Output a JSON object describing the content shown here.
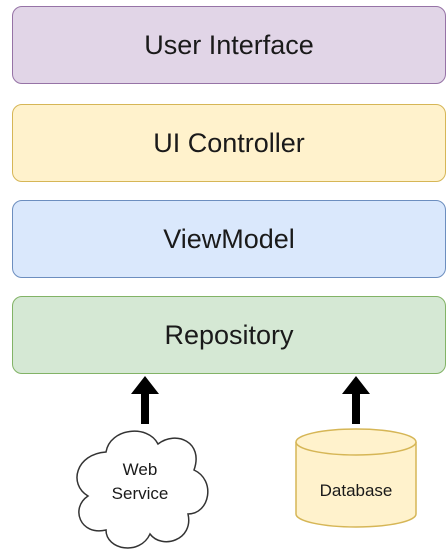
{
  "layers": {
    "user_interface": "User Interface",
    "ui_controller": "UI Controller",
    "view_model": "ViewModel",
    "repository": "Repository"
  },
  "sources": {
    "web_service_line1": "Web",
    "web_service_line2": "Service",
    "database": "Database"
  },
  "colors": {
    "user_interface_fill": "#e1d5e7",
    "ui_controller_fill": "#fff2cc",
    "view_model_fill": "#dae8fc",
    "repository_fill": "#d5e8d4",
    "source_fill": "#fff2cc",
    "arrow": "#000000"
  }
}
